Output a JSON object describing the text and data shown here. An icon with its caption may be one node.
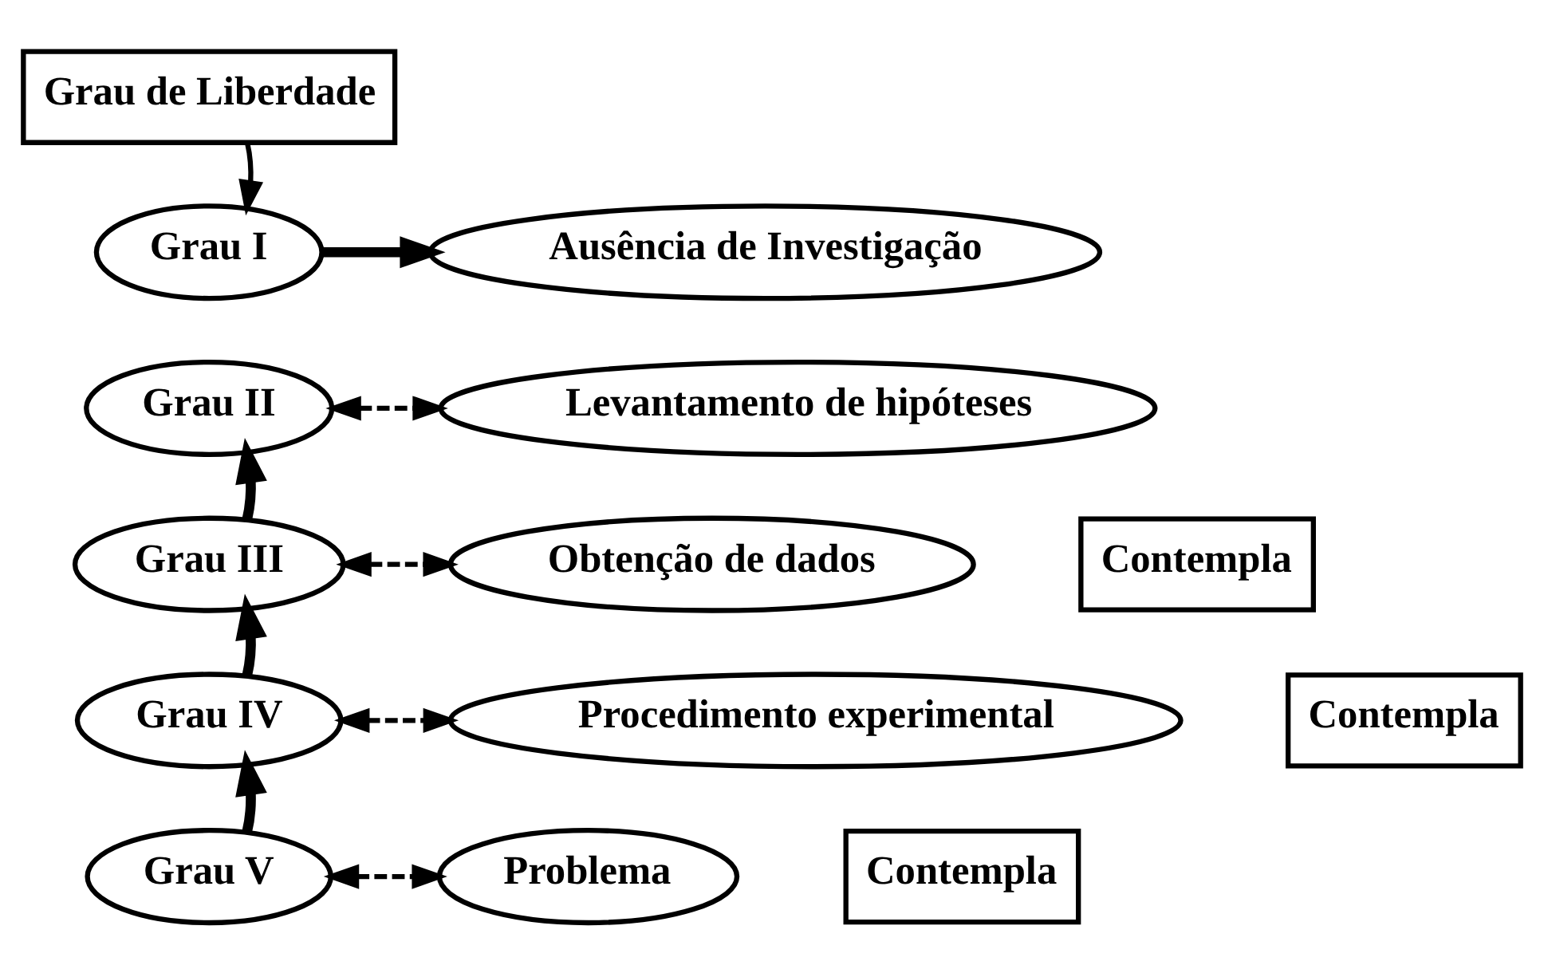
{
  "diagram": {
    "nodes": [
      {
        "text": [
          "Grau de Liberdade"
        ]
      },
      {
        "text": [
          "Grau I"
        ]
      },
      {
        "text": [
          "Ausência de Investigação"
        ]
      },
      {
        "text": [
          "Grau II"
        ]
      },
      {
        "text": [
          "Levantamento de hipóteses"
        ]
      },
      {
        "text": [
          "Grau III"
        ]
      },
      {
        "text": [
          "Obtenção de dados"
        ]
      },
      {
        "text": [
          "Contempla"
        ]
      },
      {
        "text": [
          "Grau IV"
        ]
      },
      {
        "text": [
          "Procedimento experimental"
        ]
      },
      {
        "text": [
          "Contempla"
        ]
      },
      {
        "text": [
          "Grau V"
        ]
      },
      {
        "text": [
          "Problema"
        ]
      },
      {
        "text": [
          "Contempla"
        ]
      }
    ],
    "edges": [
      {
        "from": 0,
        "to": 1,
        "arrow": "to"
      },
      {
        "from": 1,
        "to": 2,
        "arrow": "to",
        "style": "thick"
      },
      {
        "from": 3,
        "to": 4,
        "arrow": "both",
        "style": "dashed"
      },
      {
        "from": 5,
        "to": 3,
        "arrow": "to",
        "style": "thick"
      },
      {
        "from": 5,
        "to": 6,
        "arrow": "both",
        "style": "dashed"
      },
      {
        "from": 8,
        "to": 5,
        "arrow": "to",
        "style": "thick"
      },
      {
        "from": 8,
        "to": 9,
        "arrow": "both",
        "style": "dashed"
      },
      {
        "from": 11,
        "to": 8,
        "arrow": "to",
        "style": "thick"
      },
      {
        "from": 11,
        "to": 12,
        "arrow": "both",
        "style": "dashed"
      }
    ]
  }
}
